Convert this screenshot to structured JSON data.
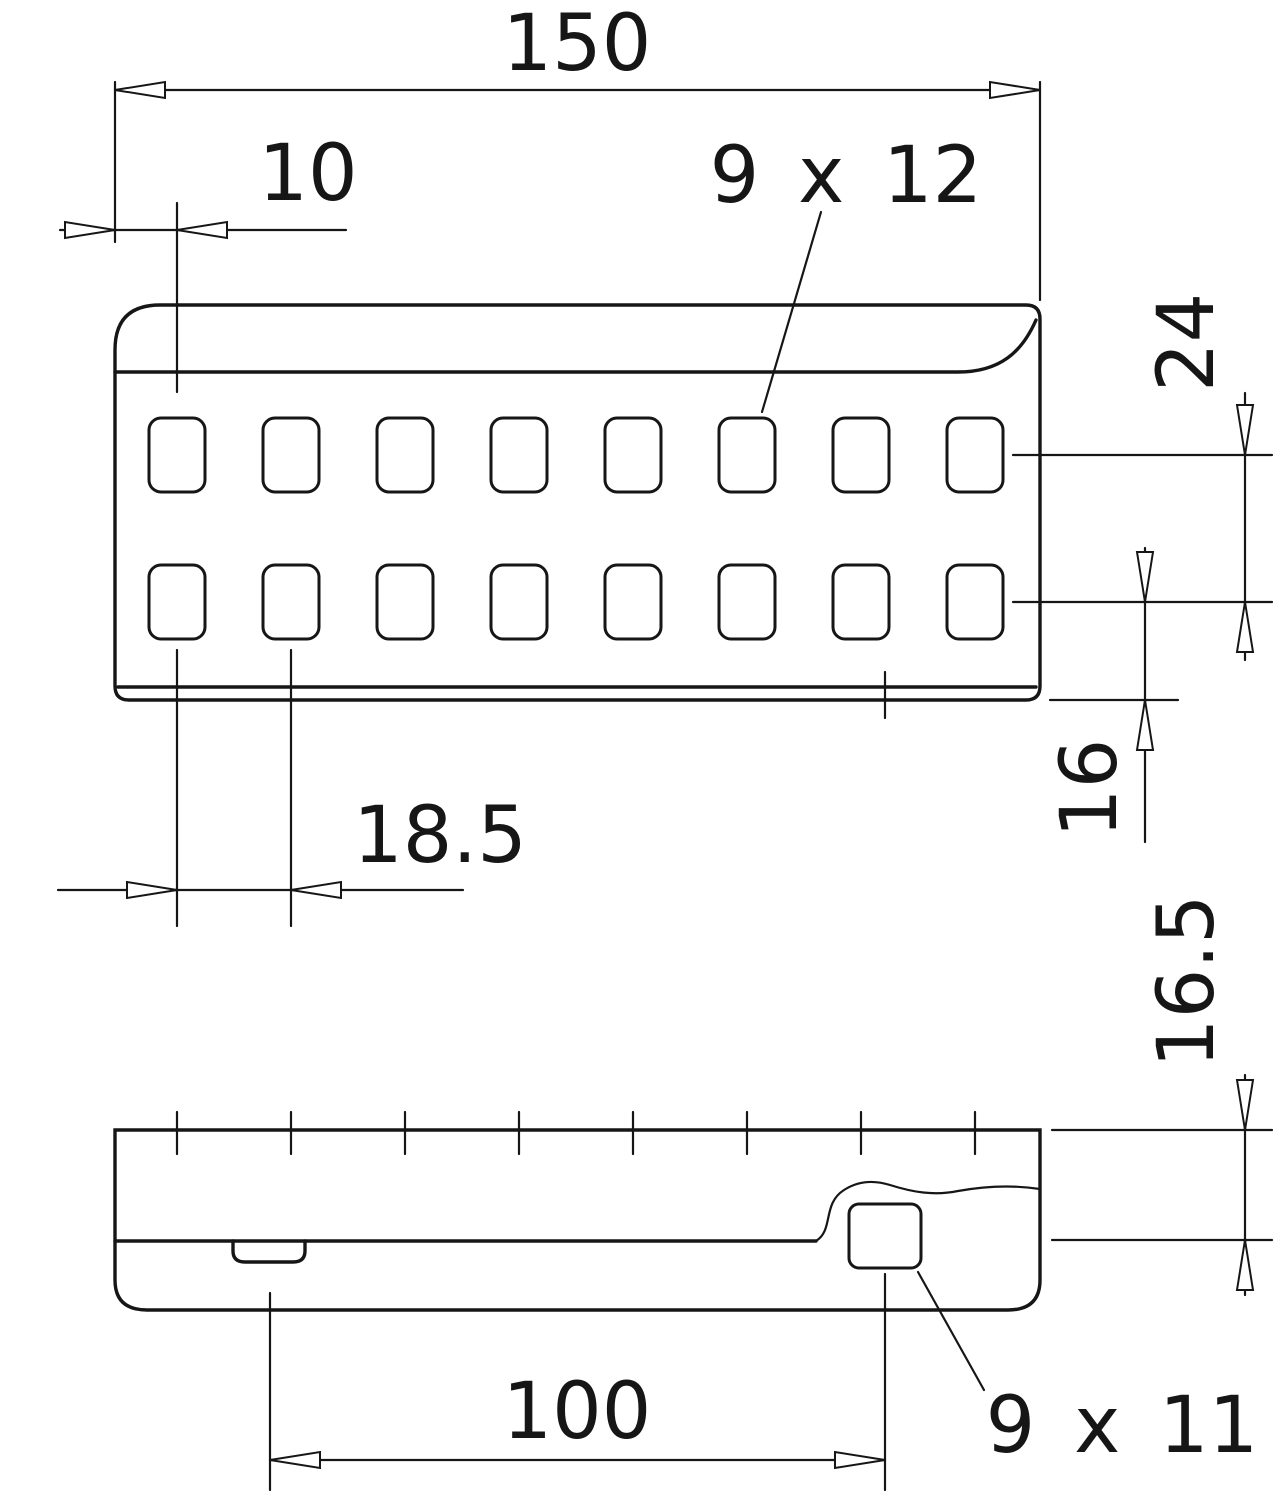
{
  "drawing": {
    "top_view": {
      "hole_rows": 2,
      "holes_per_row": 8,
      "dim_overall_length": "150",
      "dim_edge_to_first_hole": "10",
      "dim_hole_size": "9 x 12",
      "dim_row_spacing": "24",
      "dim_row_to_edge": "16",
      "dim_hole_pitch": "18.5"
    },
    "side_view": {
      "dim_height_to_step": "16.5",
      "dim_hole_pitch": "100",
      "dim_hole_size": "9 x 11"
    }
  }
}
